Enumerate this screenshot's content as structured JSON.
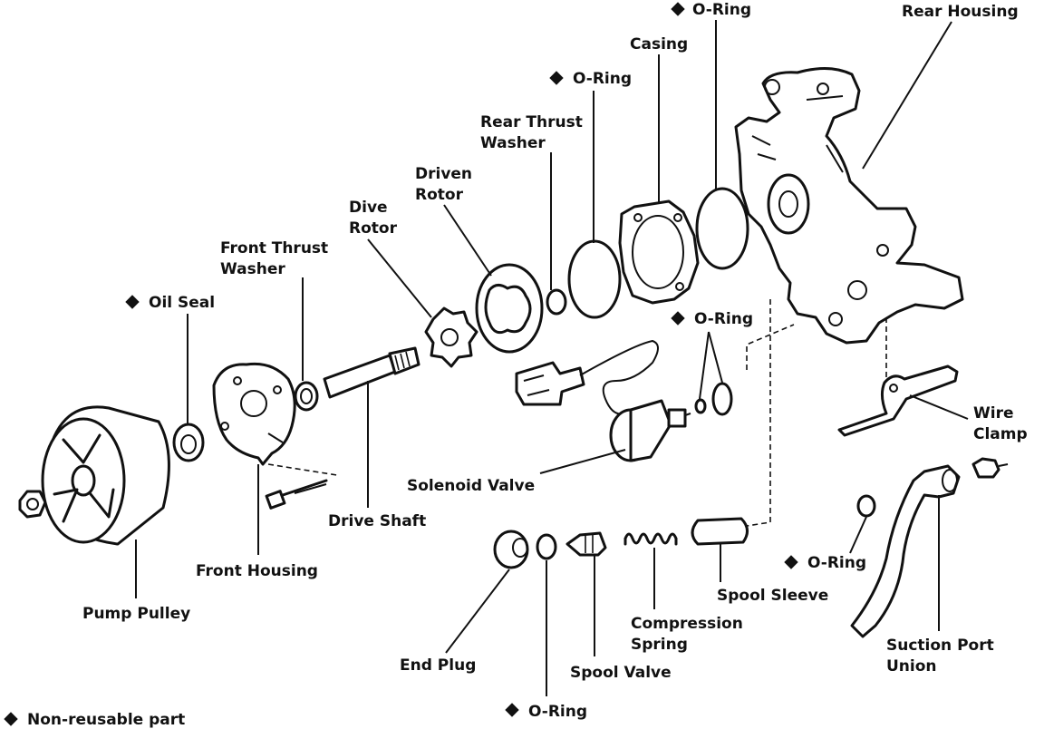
{
  "labels": {
    "o_ring_top": "O-Ring",
    "rear_housing": "Rear Housing",
    "casing": "Casing",
    "o_ring_2": "O-Ring",
    "rear_thrust_washer_1": "Rear Thrust",
    "rear_thrust_washer_2": "Washer",
    "driven_rotor_1": "Driven",
    "driven_rotor_2": "Rotor",
    "dive_rotor_1": "Dive",
    "dive_rotor_2": "Rotor",
    "front_thrust_washer_1": "Front Thrust",
    "front_thrust_washer_2": "Washer",
    "oil_seal": "Oil Seal",
    "o_ring_3": "O-Ring",
    "wire_clamp_1": "Wire",
    "wire_clamp_2": "Clamp",
    "solenoid_valve": "Solenoid Valve",
    "drive_shaft": "Drive Shaft",
    "front_housing": "Front Housing",
    "pump_pulley": "Pump Pulley",
    "o_ring_4": "O-Ring",
    "spool_sleeve": "Spool Sleeve",
    "compression_spring_1": "Compression",
    "compression_spring_2": "Spring",
    "end_plug": "End Plug",
    "spool_valve": "Spool Valve",
    "suction_port_union_1": "Suction Port",
    "suction_port_union_2": "Union",
    "o_ring_5": "O-Ring",
    "legend": "Non-reusable part"
  },
  "icons": {
    "non_reusable_marker": "black-diamond-icon"
  },
  "colors": {
    "ink": "#111111",
    "paper": "#ffffff"
  }
}
